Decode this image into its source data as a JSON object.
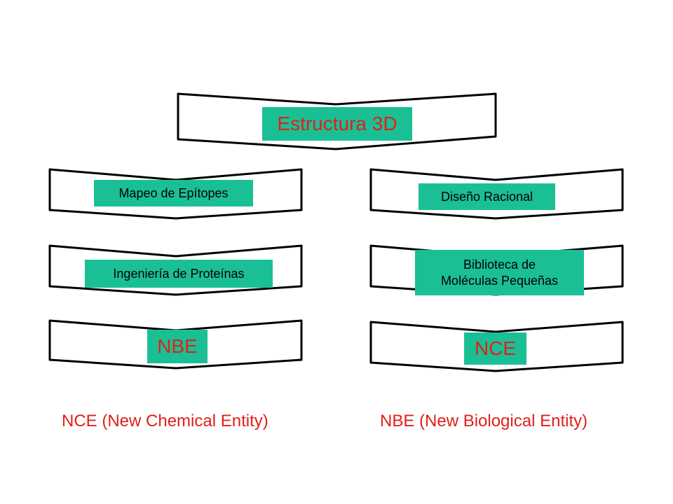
{
  "colors": {
    "box_fill": "#1BBF96",
    "title_text": "#E0201A",
    "body_text": "#000000",
    "outline": "#000000"
  },
  "top": {
    "label": "Estructura 3D"
  },
  "left_column": {
    "step1": "Mapeo de Epítopes",
    "step2": "Ingeniería de Proteínas",
    "result": "NBE"
  },
  "right_column": {
    "step1": "Diseño Racional",
    "step2_line1": "Biblioteca de",
    "step2_line2": "Moléculas Pequeñas",
    "result": "NCE"
  },
  "captions": {
    "left": "NCE (New Chemical Entity)",
    "right": "NBE (New Biological Entity)"
  }
}
